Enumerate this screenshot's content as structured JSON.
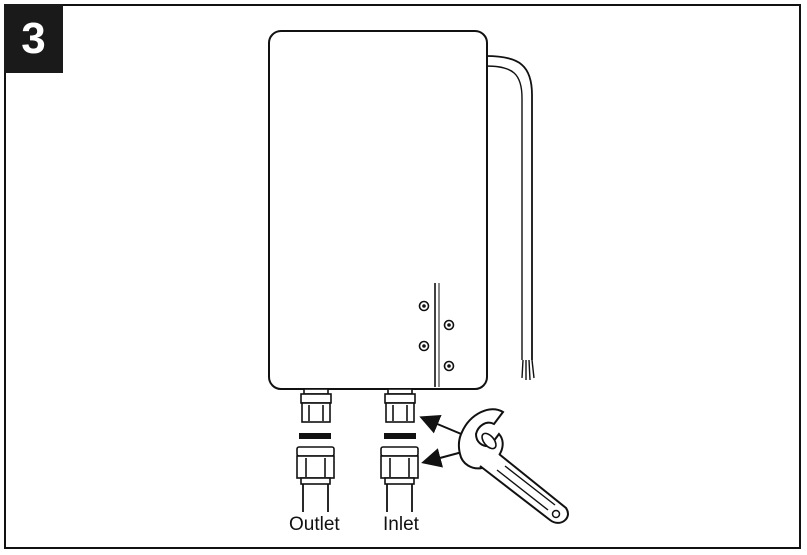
{
  "step": {
    "number": "3"
  },
  "labels": {
    "outlet": "Outlet",
    "inlet": "Inlet"
  },
  "colors": {
    "line": "#111111",
    "badge_background": "#1a1a1a",
    "badge_text": "#ffffff",
    "background": "#ffffff"
  },
  "icons": {
    "tool": "adjustable-wrench-icon",
    "direction": "arrow-icon"
  }
}
